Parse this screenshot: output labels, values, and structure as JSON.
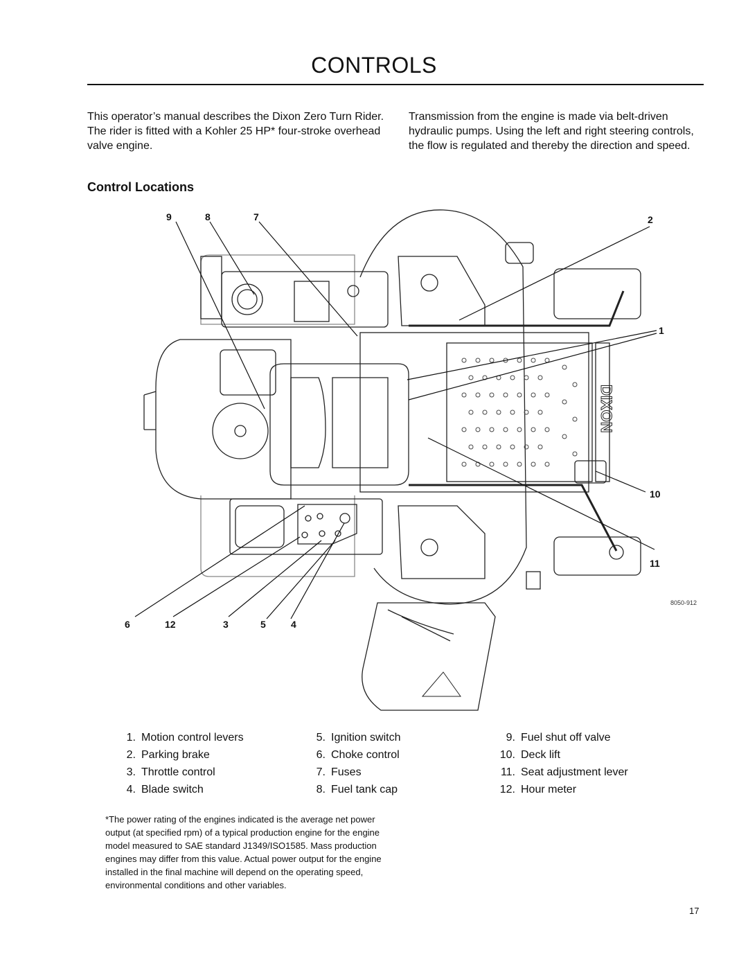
{
  "page": {
    "title": "CONTROLS",
    "intro_left": "This operator’s manual describes the Dixon Zero Turn Rider. The rider is fitted with a Kohler 25 HP* four-stroke overhead valve engine.",
    "intro_right": "Transmission from the engine is made via belt-driven hydraulic pumps. Using the left and right steering controls, the flow is regulated and thereby the direction and speed.",
    "section_heading": "Control Locations",
    "figure_ref": "8050-912",
    "brand_mark": "DIXON",
    "callouts": [
      "9",
      "8",
      "7",
      "2",
      "1",
      "10",
      "11",
      "6",
      "12",
      "3",
      "5",
      "4"
    ],
    "legend": [
      [
        {
          "num": "1.",
          "label": "Motion control levers"
        },
        {
          "num": "2.",
          "label": "Parking brake"
        },
        {
          "num": "3.",
          "label": "Throttle control"
        },
        {
          "num": "4.",
          "label": "Blade switch"
        }
      ],
      [
        {
          "num": "5.",
          "label": "Ignition switch"
        },
        {
          "num": "6.",
          "label": "Choke control"
        },
        {
          "num": "7.",
          "label": "Fuses"
        },
        {
          "num": "8.",
          "label": "Fuel tank cap"
        }
      ],
      [
        {
          "num": "9.",
          "label": "Fuel shut off valve"
        },
        {
          "num": "10.",
          "label": "Deck lift"
        },
        {
          "num": "11.",
          "label": "Seat adjustment lever"
        },
        {
          "num": "12.",
          "label": "Hour meter"
        }
      ]
    ],
    "footnote": "*The power rating of the engines indicated is the average net power output (at specified rpm) of a typical production engine for the engine model measured to SAE standard J1349/ISO1585. Mass production engines may differ from this value. Actual power output for the engine installed in the final machine will depend on the operating speed, environmental conditions and other variables.",
    "page_number": "17"
  }
}
